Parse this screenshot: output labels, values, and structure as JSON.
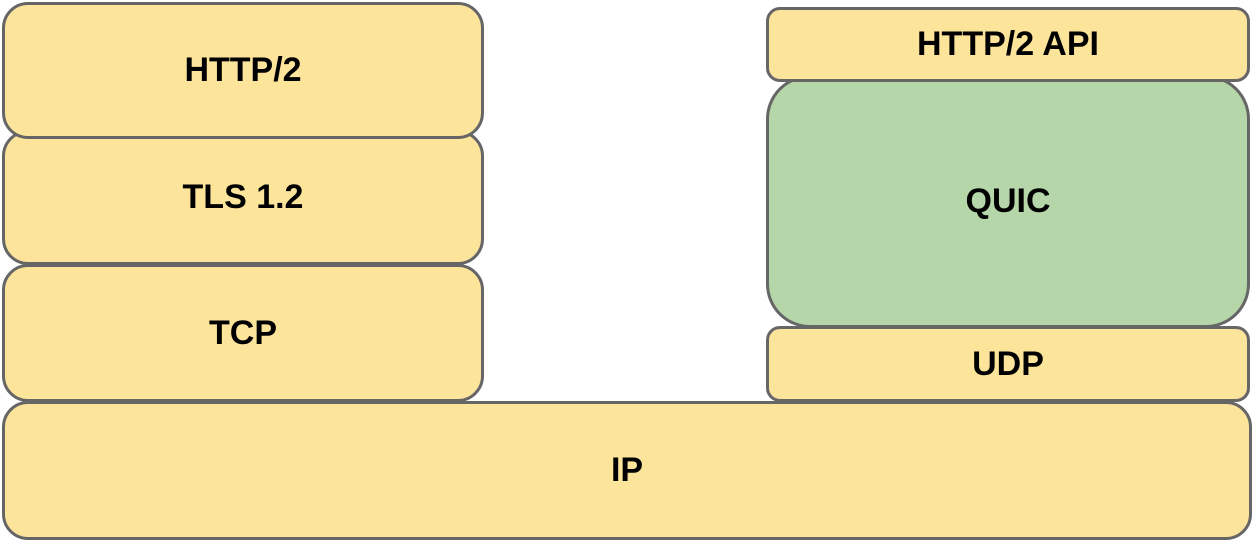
{
  "left_stack": {
    "http2": "HTTP/2",
    "tls": "TLS 1.2",
    "tcp": "TCP"
  },
  "right_stack": {
    "http2_api": "HTTP/2 API",
    "quic": "QUIC",
    "udp": "UDP"
  },
  "base": {
    "ip": "IP"
  },
  "colors": {
    "layer_fill": "#fde49b",
    "quic_fill": "#b5d6a8",
    "border": "#666666"
  }
}
